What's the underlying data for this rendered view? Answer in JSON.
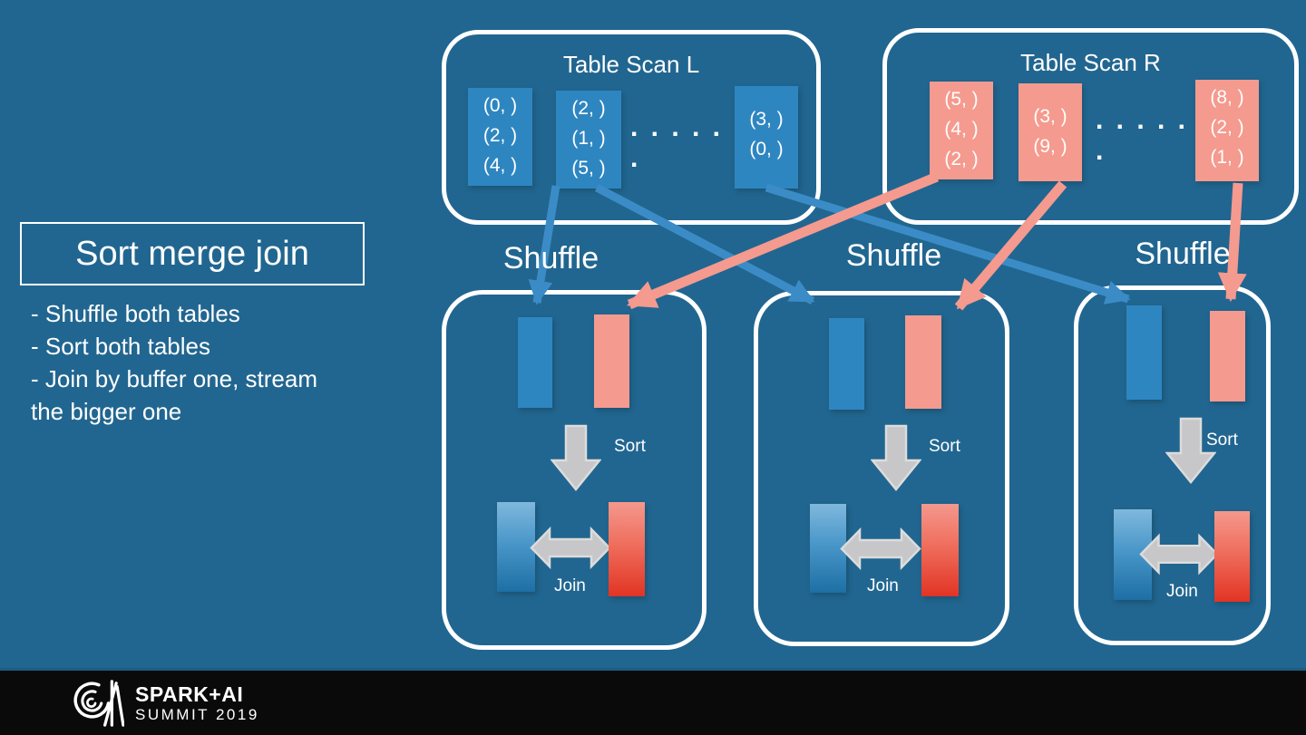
{
  "slide": {
    "title": "Sort merge join",
    "bullets": [
      "- Shuffle both tables",
      "- Sort both tables",
      "- Join by buffer one, stream the bigger one"
    ]
  },
  "table_scan_l": {
    "title": "Table Scan L",
    "partitions": [
      [
        "(0, )",
        "(2, )",
        "(4, )"
      ],
      [
        "(2, )",
        "(1, )",
        "(5, )"
      ],
      [
        "(3, )",
        "(0, )"
      ]
    ],
    "ellipsis": ". . . . . ."
  },
  "table_scan_r": {
    "title": "Table Scan R",
    "partitions": [
      [
        "(5, )",
        "(4, )",
        "(2, )"
      ],
      [
        "(3, )",
        "(9, )"
      ],
      [
        "(8, )",
        "(2, )",
        "(1, )"
      ]
    ],
    "ellipsis": ". . . . . ."
  },
  "shuffle": {
    "label": "Shuffle",
    "sort_label": "Sort",
    "join_label": "Join"
  },
  "footer": {
    "brand_line1": "SPARK+AI",
    "brand_line2": "SUMMIT 2019"
  },
  "colors": {
    "background": "#216690",
    "blue_block": "#2e86c1",
    "salmon_block": "#f59a8e",
    "blue_arrow": "#3b8cc6",
    "salmon_arrow": "#f59a8e",
    "gray_arrow": "#c7c7c9",
    "gray_arrow_edge": "#dcdcdc",
    "join_blue_top": "#7fb8dd",
    "join_blue_bottom": "#1d6fa5",
    "join_red_top": "#f4988d",
    "join_red_bottom": "#e23424",
    "footer_bg": "#0a0a0a"
  }
}
